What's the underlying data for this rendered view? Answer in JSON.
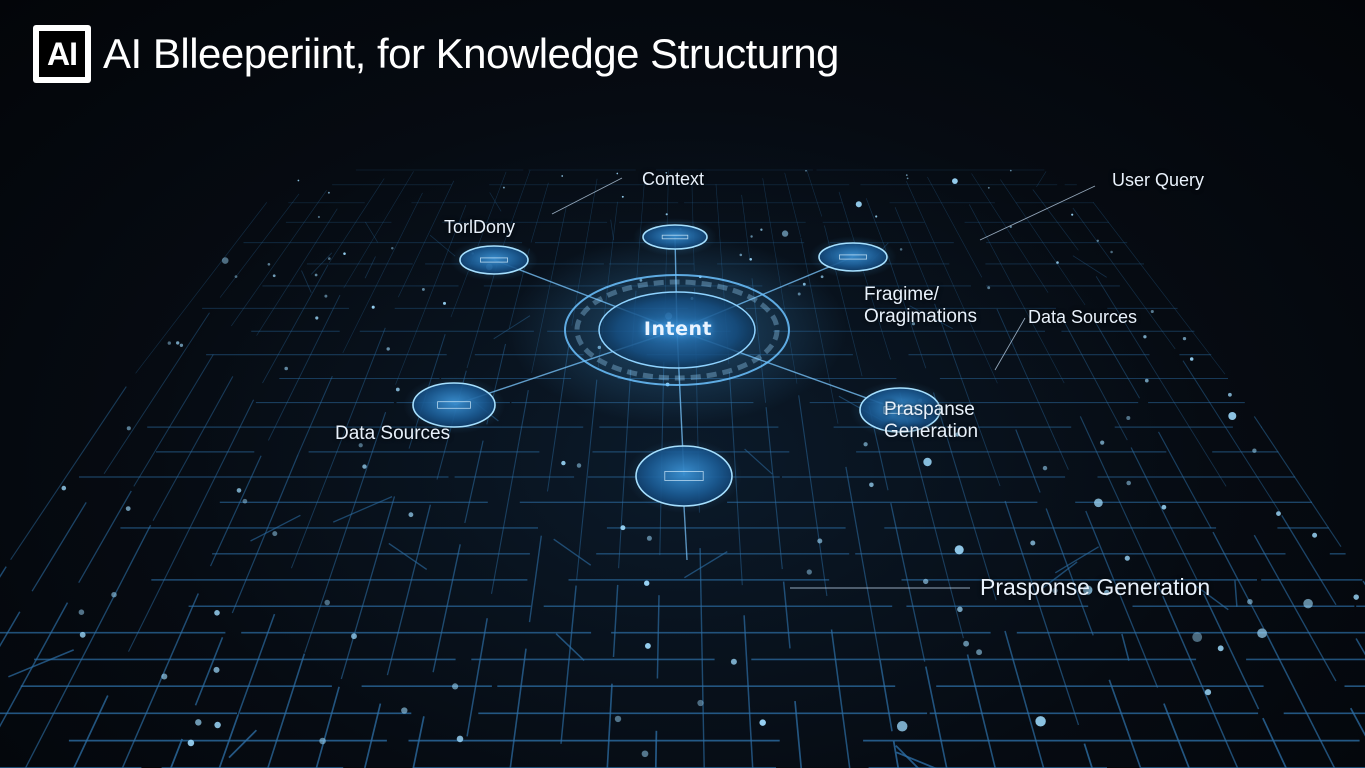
{
  "header": {
    "logo_text": "AI",
    "title": "AI Blleeperiint, for Knowledge Structurng"
  },
  "diagram": {
    "center_node": "Intent",
    "labels": {
      "context": "Context",
      "user_query": "User Query",
      "torldony": "TorlDony",
      "fragment_line1": "Fragime/",
      "fragment_line2": "Oragimations",
      "data_sources_right": "Data Sources",
      "data_sources_left": "Data Sources",
      "response_node_line1": "Praspanse",
      "response_node_line2": "Generation",
      "response_bottom": "Prasponse Generation"
    }
  },
  "colors": {
    "background": "#05080d",
    "grid_line": "#2d6fa6",
    "node_glow": "#5cc4ff",
    "text": "#e8f1fb"
  }
}
